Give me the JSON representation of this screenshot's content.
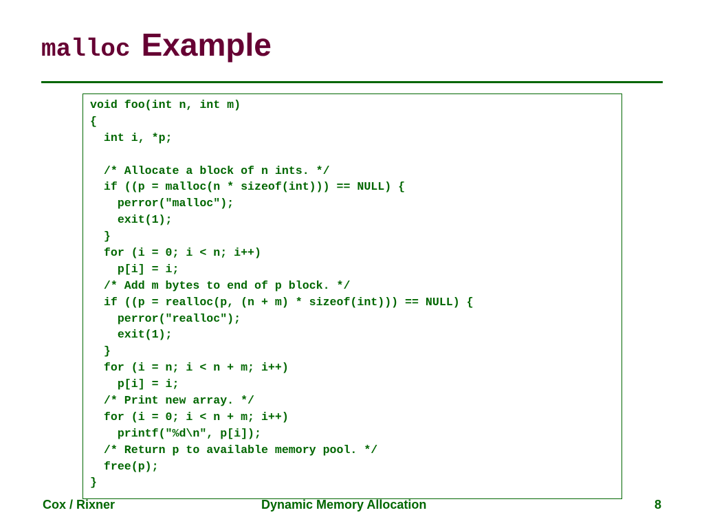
{
  "title": {
    "code": "malloc",
    "text": "Example"
  },
  "code_lines": [
    "void foo(int n, int m)",
    "{",
    "  int i, *p;",
    "",
    "  /* Allocate a block of n ints. */",
    "  if ((p = malloc(n * sizeof(int))) == NULL) {",
    "    perror(\"malloc\");",
    "    exit(1);",
    "  }",
    "  for (i = 0; i < n; i++)",
    "    p[i] = i;",
    "  /* Add m bytes to end of p block. */",
    "  if ((p = realloc(p, (n + m) * sizeof(int))) == NULL) {",
    "    perror(\"realloc\");",
    "    exit(1);",
    "  }",
    "  for (i = n; i < n + m; i++)",
    "    p[i] = i;",
    "  /* Print new array. */",
    "  for (i = 0; i < n + m; i++)",
    "    printf(\"%d\\n\", p[i]);",
    "  /* Return p to available memory pool. */",
    "  free(p);",
    "}"
  ],
  "footer": {
    "left": "Cox / Rixner",
    "center": "Dynamic Memory Allocation",
    "page_number": "8"
  },
  "colors": {
    "title": "#660033",
    "accent": "#006600",
    "background": "#ffffff"
  }
}
